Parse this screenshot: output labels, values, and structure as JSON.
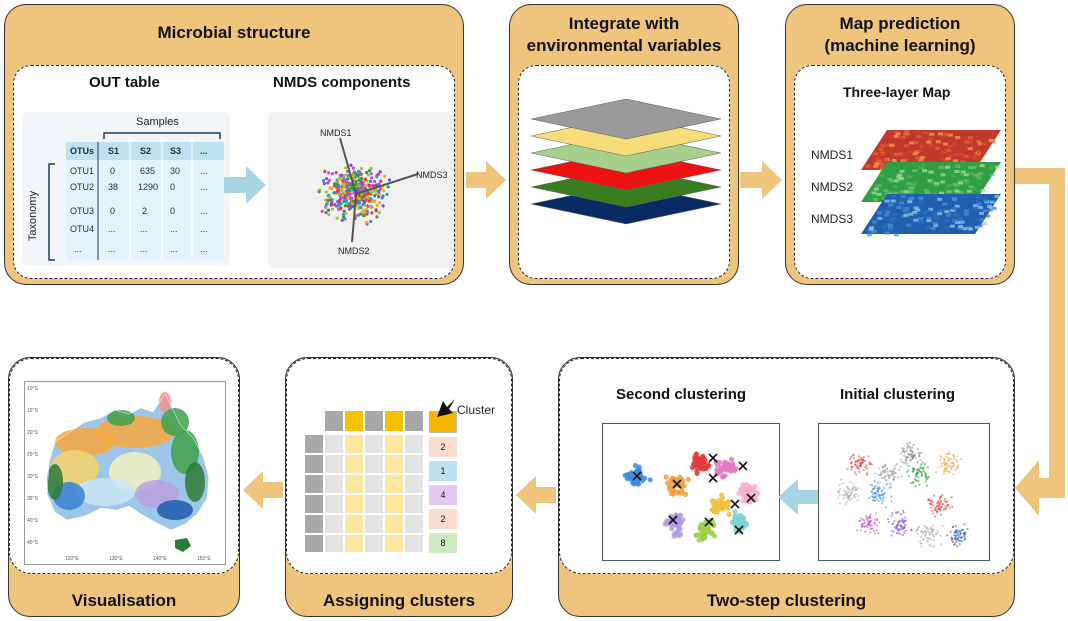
{
  "panels": {
    "microbial": {
      "title": "Microbial structure",
      "out_table_label": "OUT table",
      "nmds_label": "NMDS components",
      "samples_label": "Samples",
      "taxonomy_label": "Taxonomy",
      "table": {
        "headers": [
          "OTUs",
          "S1",
          "S2",
          "S3",
          "..."
        ],
        "rows": [
          [
            "OTU1",
            "0",
            "635",
            "30",
            "..."
          ],
          [
            "OTU2",
            "38",
            "1290",
            "0",
            "..."
          ],
          [
            "OTU3",
            "0",
            "2",
            "0",
            "..."
          ],
          [
            "OTU4",
            "...",
            "...",
            "...",
            "..."
          ],
          [
            "...",
            "...",
            "...",
            "...",
            "..."
          ]
        ]
      },
      "nmds_axes": [
        "NMDS1",
        "NMDS3",
        "NMDS2"
      ]
    },
    "integrate": {
      "title_line1": "Integrate with",
      "title_line2": "environmental variables"
    },
    "map_prediction": {
      "title_line1": "Map prediction",
      "title_line2": "(machine learning)",
      "subtitle": "Three-layer Map",
      "layers": [
        "NMDS1",
        "NMDS2",
        "NMDS3"
      ]
    },
    "two_step": {
      "title": "Two-step clustering",
      "second_label": "Second clustering",
      "initial_label": "Initial clustering"
    },
    "assigning": {
      "title": "Assigning clusters",
      "cluster_label": "Cluster",
      "cluster_values": [
        "2",
        "1",
        "4",
        "2",
        "8"
      ]
    },
    "visualisation": {
      "title": "Visualisation",
      "lat_ticks": [
        "10°S",
        "15°S",
        "20°S",
        "25°S",
        "30°S",
        "35°S",
        "40°S",
        "45°S"
      ],
      "lon_ticks": [
        "120°E",
        "130°E",
        "140°E",
        "150°E"
      ]
    }
  },
  "colors": {
    "panel_fill": "#efc57e",
    "arrow": "#efc57e",
    "arrow_blue": "#a9d4e4",
    "layers": [
      "#9a9a9a",
      "#f7dd7a",
      "#a8d08d",
      "#ee1111",
      "#3a7d1e",
      "#0a2a66"
    ]
  }
}
